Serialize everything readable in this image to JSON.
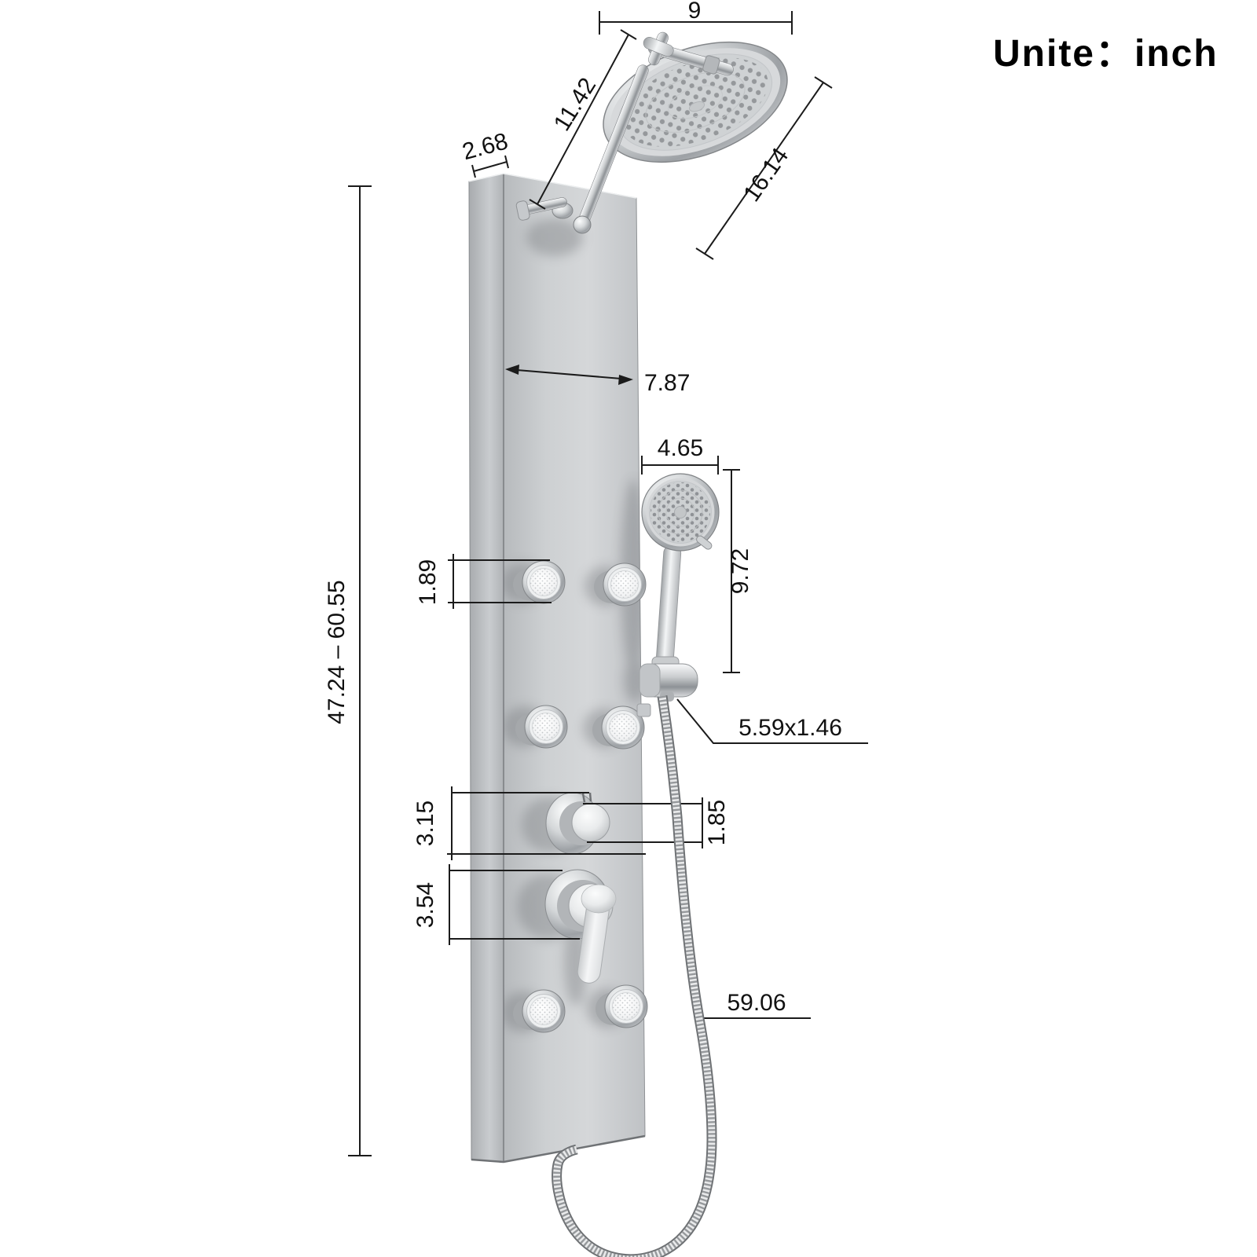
{
  "unit_label": "Unite：inch",
  "dimensions": {
    "rain_head_mount_width": "9",
    "shower_arm_length": "11.42",
    "rain_head_diameter": "16.14",
    "panel_depth": "2.68",
    "panel_width": "7.87",
    "hand_shower_head_width": "4.65",
    "hand_shower_length": "9.72",
    "body_jet_diameter": "1.89",
    "panel_height_range": "47.24 – 60.55",
    "diverter_knob_diameter": "3.15",
    "knob_protrusion": "1.85",
    "mixer_valve_diameter": "3.54",
    "holder_size": "5.59x1.46",
    "hose_length": "59.06"
  },
  "colors": {
    "background": "#ffffff",
    "panel_gray": "#cdd0d2",
    "chrome_light": "#f3f5f6",
    "dimension_line": "#1b1b1b"
  }
}
